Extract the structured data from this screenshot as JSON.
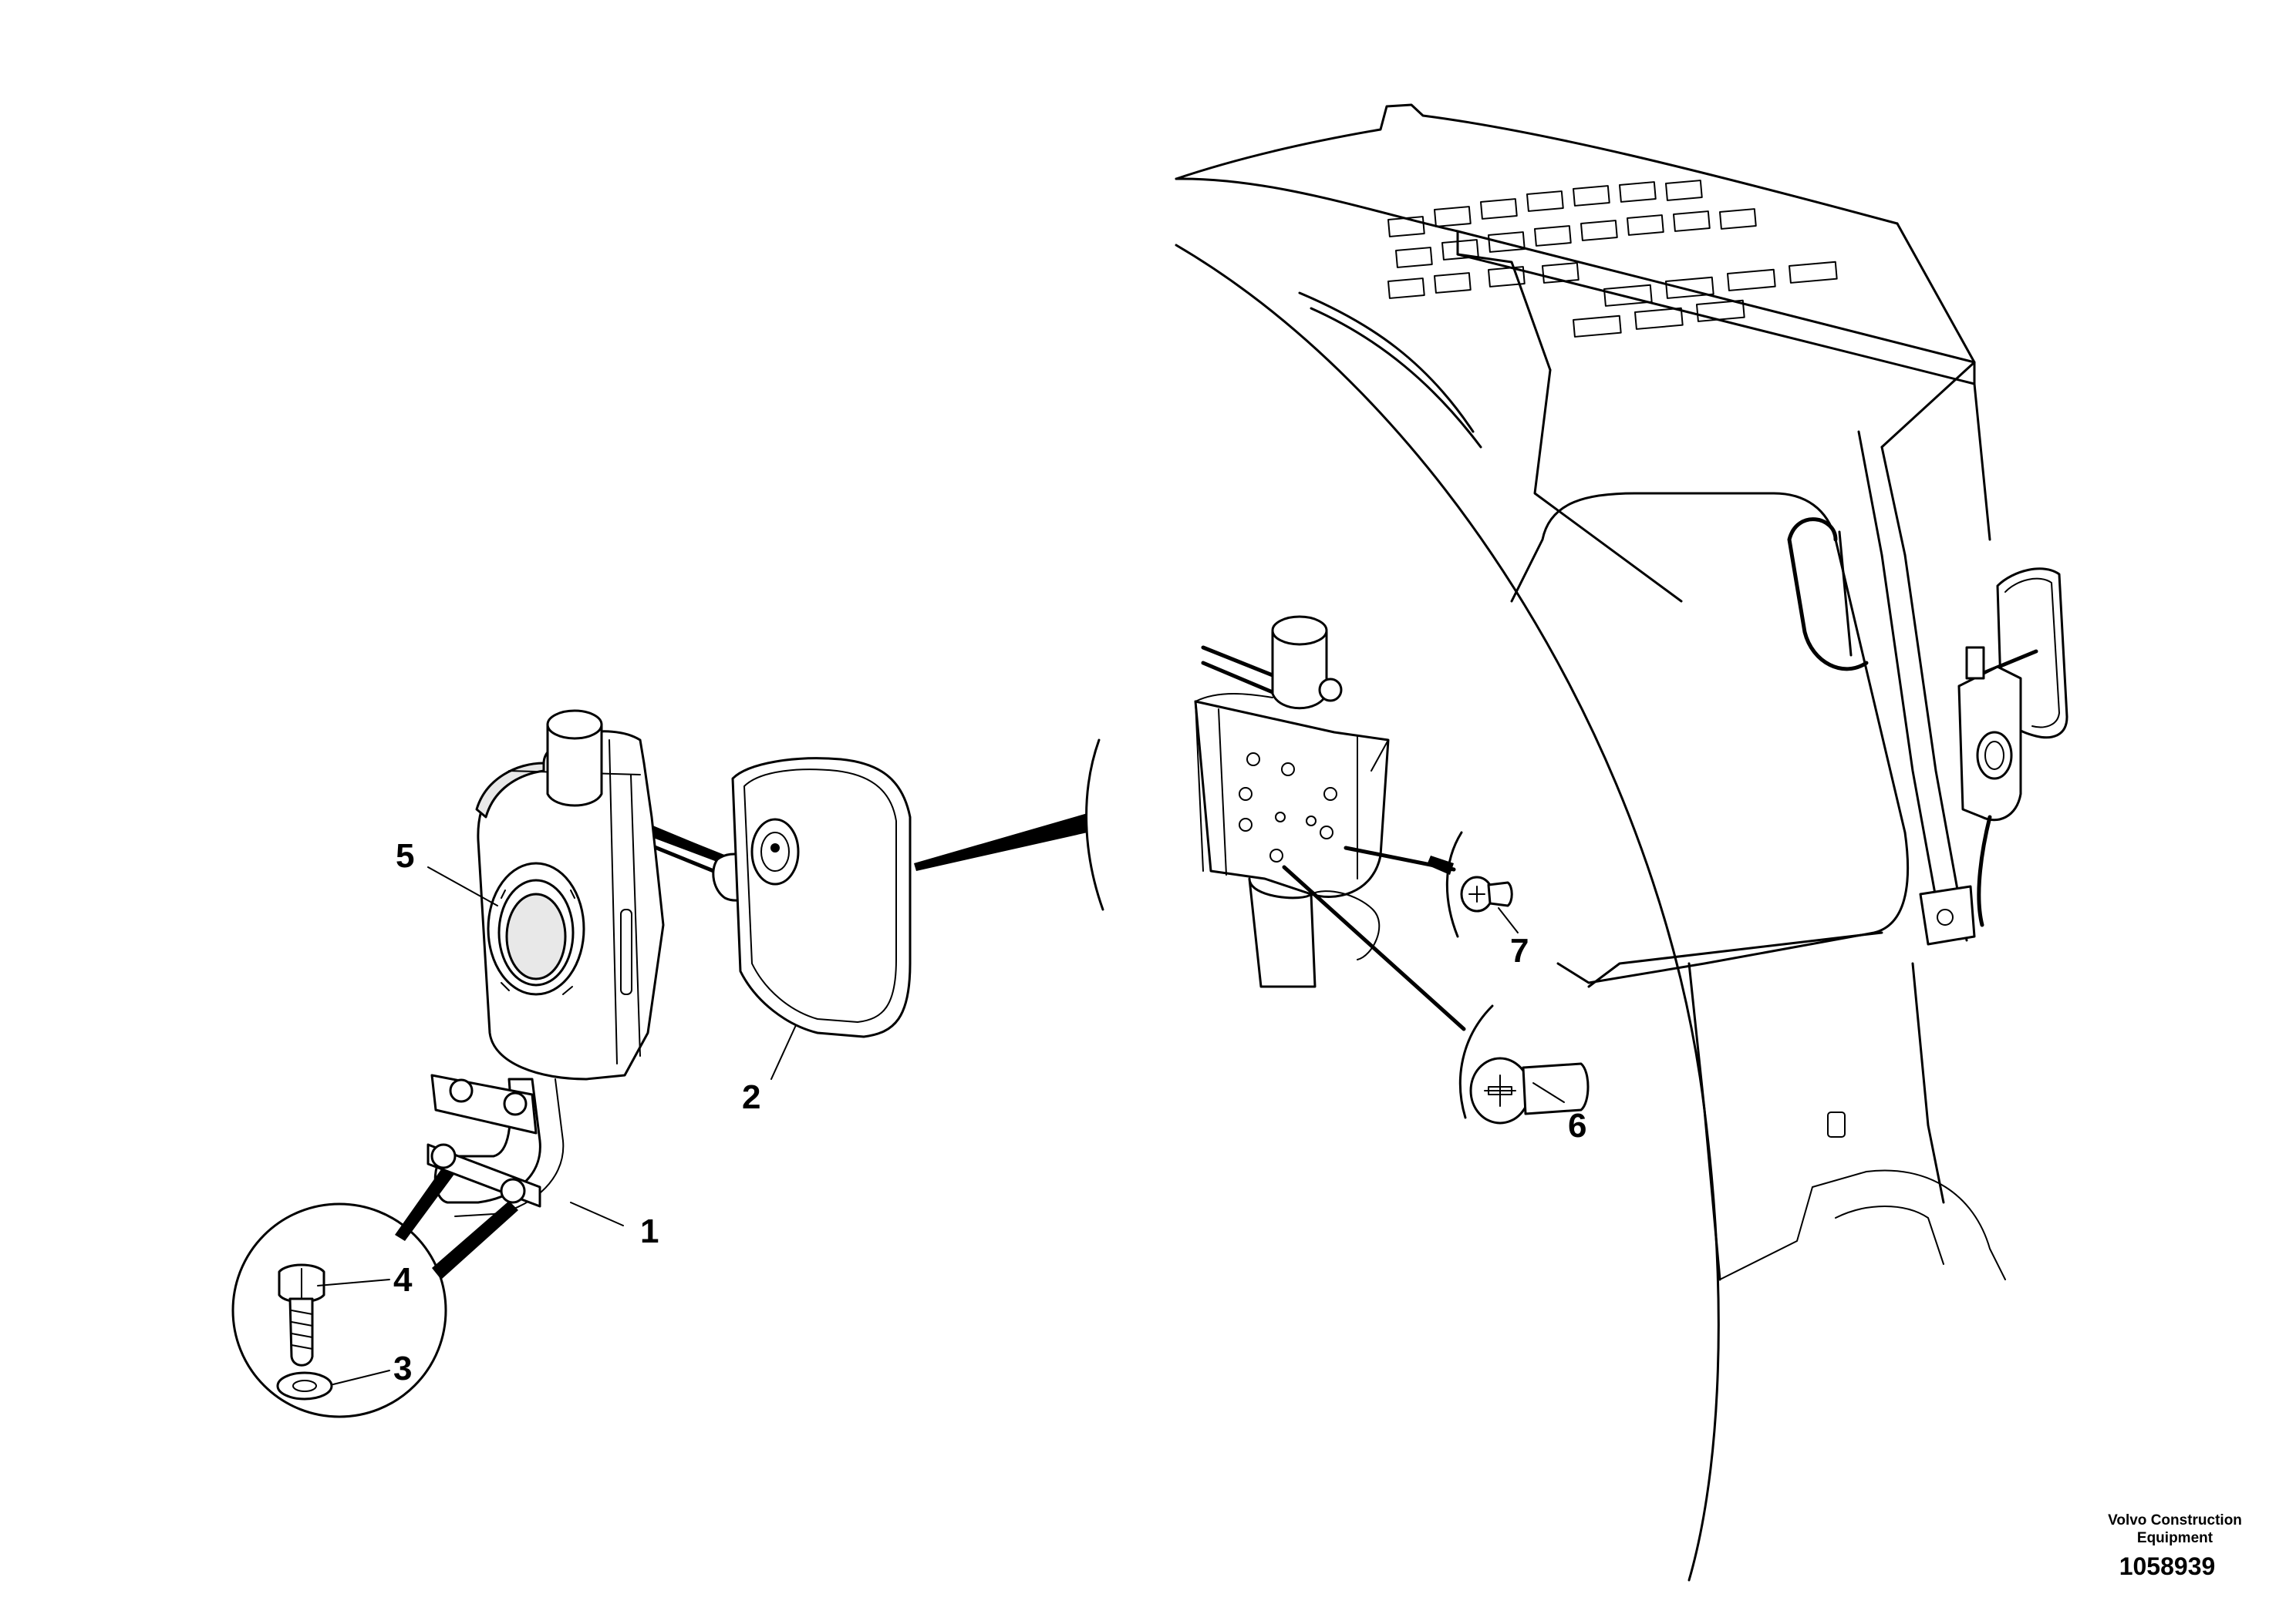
{
  "callouts": [
    {
      "id": "1",
      "text": "1"
    },
    {
      "id": "2",
      "text": "2"
    },
    {
      "id": "3",
      "text": "3"
    },
    {
      "id": "4",
      "text": "4"
    },
    {
      "id": "5",
      "text": "5"
    },
    {
      "id": "6",
      "text": "6"
    },
    {
      "id": "7",
      "text": "7"
    }
  ],
  "publisher": {
    "line1": "Volvo Construction",
    "line2": "Equipment",
    "number": "1058939"
  }
}
